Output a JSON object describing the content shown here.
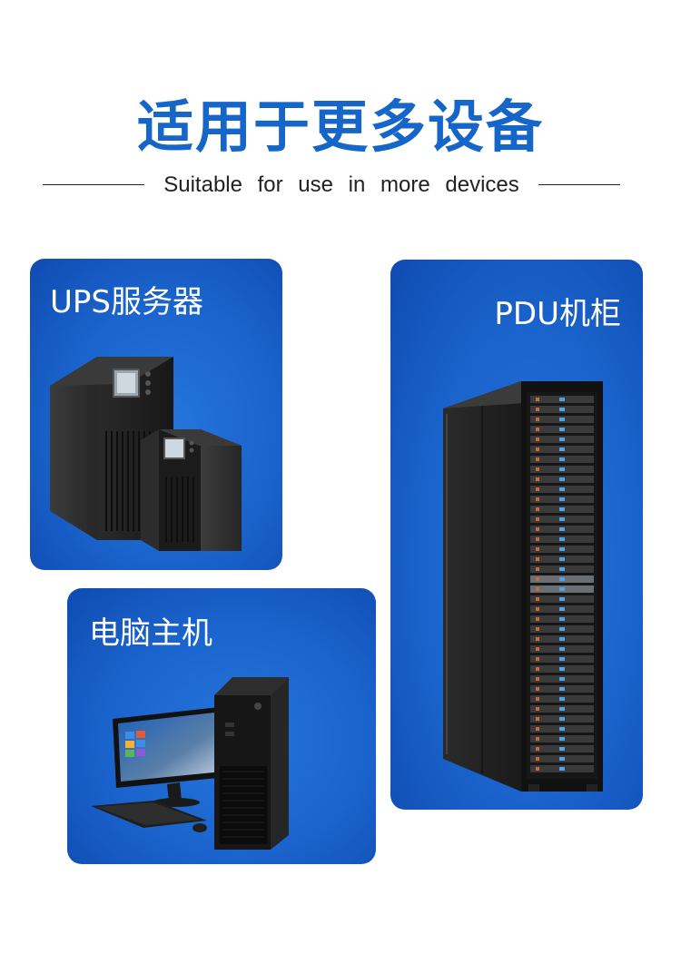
{
  "header": {
    "title": "适用于更多设备",
    "subtitle": "Suitable for use in more devices"
  },
  "cards": {
    "ups": {
      "label": "UPS服务器",
      "image": "ups-server-units"
    },
    "pdu": {
      "label": "PDU机柜",
      "image": "server-rack-cabinet"
    },
    "pc": {
      "label": "电脑主机",
      "image": "desktop-computer-tower"
    }
  },
  "colors": {
    "accent": "#1566c8",
    "card_bg": "#1a63cc",
    "text_dark": "#222222",
    "white": "#ffffff"
  }
}
